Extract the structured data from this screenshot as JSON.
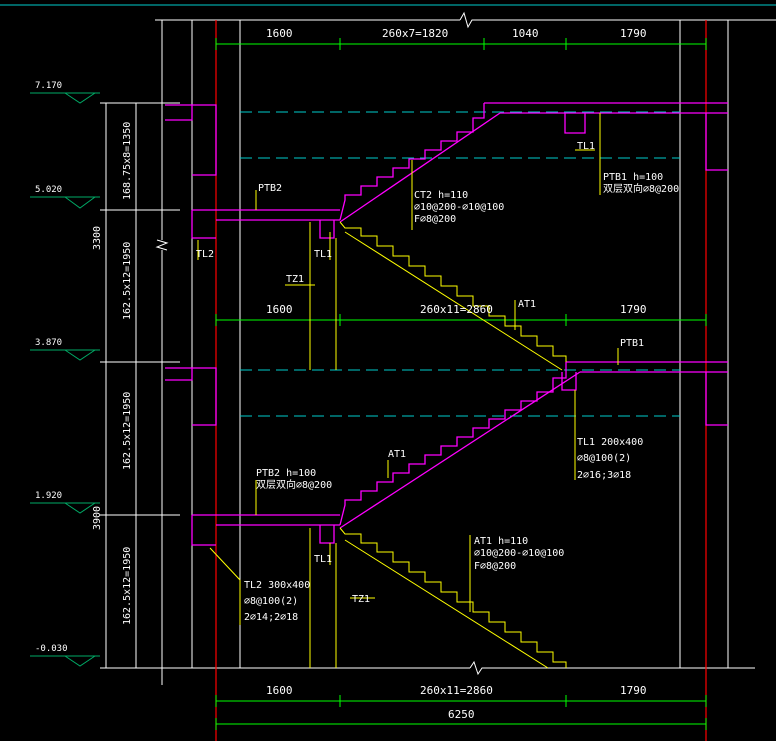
{
  "colors": {
    "background": "#000000",
    "grid": "#ffffff",
    "axis_red": "#ff0000",
    "dim_green": "#00ff00",
    "stair_magenta": "#ff00ff",
    "leader_yellow": "#ffff00",
    "dashed_cyan": "#00cccc",
    "elev_green": "#00aa66"
  },
  "elevations": [
    "7.170",
    "5.020",
    "3.870",
    "1.920",
    "-0.030"
  ],
  "left_dims": {
    "seg1": "168.75x8=1350",
    "seg2": "162.5x12=1950",
    "seg3": "162.5x12=1950",
    "seg4": "162.5x12=1950",
    "total_upper": "3300",
    "total_lower": "3900"
  },
  "top_dims": [
    "1600",
    "260x7=1820",
    "1040",
    "1790"
  ],
  "mid_dims": [
    "1600",
    "260x11=2860",
    "1790"
  ],
  "bottom_dims": [
    "1600",
    "260x11=2860",
    "1790"
  ],
  "overall_dim": "6250",
  "labels": {
    "ptb2_top": "PTB2",
    "ptb1_top_l1": "PTB1 h=100",
    "ptb1_top_l2": "双层双向⌀8@200",
    "tl1_top": "TL1",
    "ct2_l1": "CT2 h=110",
    "ct2_l2": "⌀10@200-⌀10@100",
    "ct2_l3": "F⌀8@200",
    "tl2_upper": "TL2",
    "tl1_upper": "TL1",
    "tz1_upper": "TZ1",
    "at1_upper": "AT1",
    "ptb1_mid": "PTB1",
    "tl1_mid_l1": "TL1 200x400",
    "tl1_mid_l2": "⌀8@100(2)",
    "tl1_mid_l3": "2⌀16;3⌀18",
    "at1_mid": "AT1",
    "ptb2_low_l1": "PTB2 h=100",
    "ptb2_low_l2": "双层双向⌀8@200",
    "tl1_low": "TL1",
    "at1_low_l1": "AT1 h=110",
    "at1_low_l2": "⌀10@200-⌀10@100",
    "at1_low_l3": "F⌀8@200",
    "tl2_low_l1": "TL2 300x400",
    "tl2_low_l2": "⌀8@100(2)",
    "tl2_low_l3": "2⌀14;2⌀18",
    "tz1_low": "TZ1"
  }
}
